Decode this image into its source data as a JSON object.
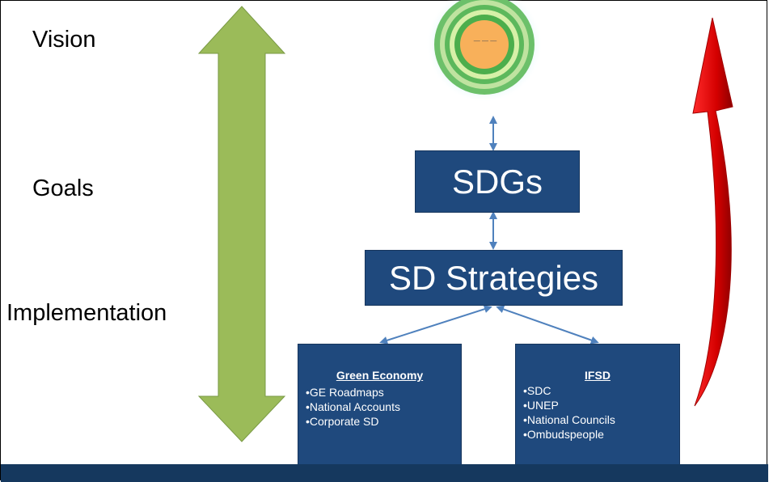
{
  "levels": {
    "vision": "Vision",
    "goals": "Goals",
    "implementation": "Implementation"
  },
  "boxes": {
    "sdgs": "SDGs",
    "sd_strategies": "SD Strategies"
  },
  "green_economy": {
    "title": "Green Economy",
    "items": [
      "GE Roadmaps",
      "National Accounts",
      "Corporate SD"
    ]
  },
  "ifsd": {
    "title": "IFSD",
    "items": [
      "SDC",
      "UNEP",
      "National Councils",
      "Ombudspeople"
    ]
  },
  "logo": {
    "center_text": "— — —"
  },
  "colors": {
    "navy": "#1f497d",
    "footer": "#15385e",
    "green_arrow": "#9bbb59",
    "red_arrow": "#e00000",
    "connector": "#4f81bd",
    "logo_orange": "#f8b05a",
    "logo_green": "#5cb85c"
  }
}
